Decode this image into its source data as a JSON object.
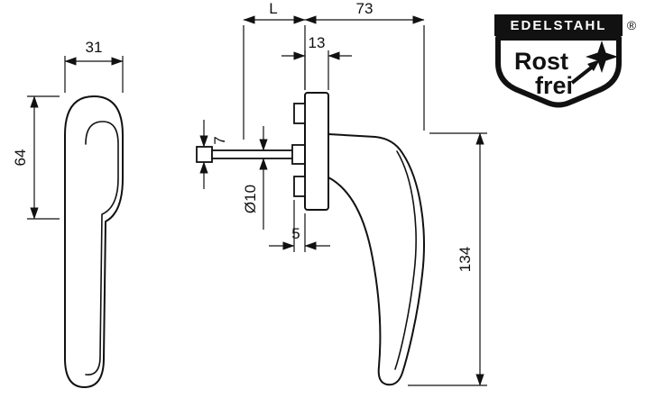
{
  "front_view": {
    "dim_width": "31",
    "dim_height": "64"
  },
  "side_view": {
    "dim_l": "L",
    "dim_depth": "73",
    "dim_plate": "13",
    "dim_spindle": "7",
    "dim_diameter": "Ø10",
    "dim_offset": "5",
    "dim_height": "134"
  },
  "logo": {
    "banner": "EDELSTAHL",
    "word1": "Rost",
    "word2": "frei",
    "registered": "®"
  },
  "colors": {
    "line": "#111111",
    "background": "#ffffff"
  }
}
